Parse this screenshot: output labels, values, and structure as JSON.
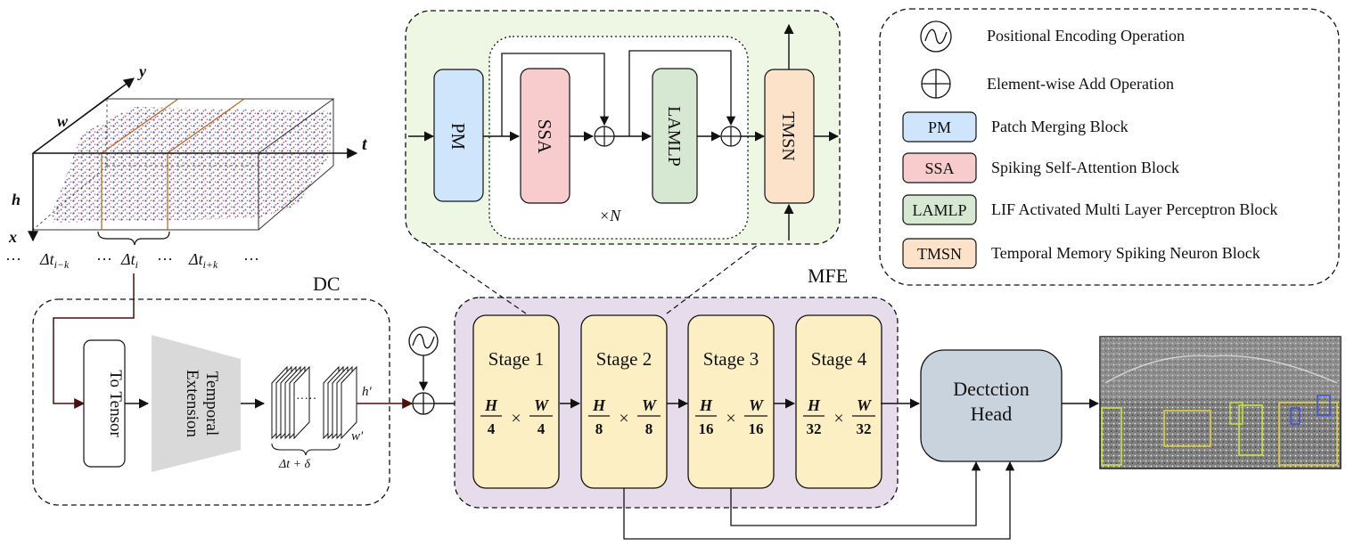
{
  "legend": {
    "items": [
      {
        "symbol": "positional-encoding",
        "text": "Positional Encoding Operation"
      },
      {
        "symbol": "element-add",
        "text": "Element-wise Add Operation"
      },
      {
        "symbol": "PM",
        "text": "Patch Merging Block",
        "color": "#cfe5fb"
      },
      {
        "symbol": "SSA",
        "text": "Spiking Self-Attention Block",
        "color": "#f8cccc"
      },
      {
        "symbol": "LAMLP",
        "text": "LIF Activated Multi Layer Perceptron Block",
        "color": "#d6e8d2"
      },
      {
        "symbol": "TMSN",
        "text": "Temporal Memory Spiking Neuron Block",
        "color": "#fbe2c8"
      }
    ]
  },
  "detail": {
    "pm": "PM",
    "ssa": "SSA",
    "lamlp": "LAMLP",
    "tmsn": "TMSN",
    "repeat": "×N",
    "bg": "#eef7e4"
  },
  "event_volume": {
    "axis_x": "x",
    "axis_y": "y",
    "axis_t": "t",
    "dim_w": "w",
    "dim_h": "h",
    "time_labels": [
      "Δt",
      "i−k",
      "Δt",
      "i",
      "Δt",
      "i+k"
    ],
    "dots": "···"
  },
  "dc": {
    "title": "DC",
    "to_tensor": "To Tensor",
    "temporal_ext": [
      "Temporal",
      "Extension"
    ],
    "h_prime": "h′",
    "w_prime": "w′",
    "stack_label": "Δt + δ",
    "stack_dots": "·····"
  },
  "mfe": {
    "title": "MFE",
    "bg": "#e7dcec",
    "stages": [
      {
        "name": "Stage 1",
        "num_h": "H",
        "den_h": "4",
        "num_w": "W",
        "den_w": "4"
      },
      {
        "name": "Stage 2",
        "num_h": "H",
        "den_h": "8",
        "num_w": "W",
        "den_w": "8"
      },
      {
        "name": "Stage 3",
        "num_h": "H",
        "den_h": "16",
        "num_w": "W",
        "den_w": "16"
      },
      {
        "name": "Stage 4",
        "num_h": "H",
        "den_h": "32",
        "num_w": "W",
        "den_w": "32"
      }
    ],
    "times": "×",
    "stage_color": "#fcefc4"
  },
  "head": {
    "line1": "Dectction",
    "line2": "Head",
    "color": "#c9d3de"
  }
}
